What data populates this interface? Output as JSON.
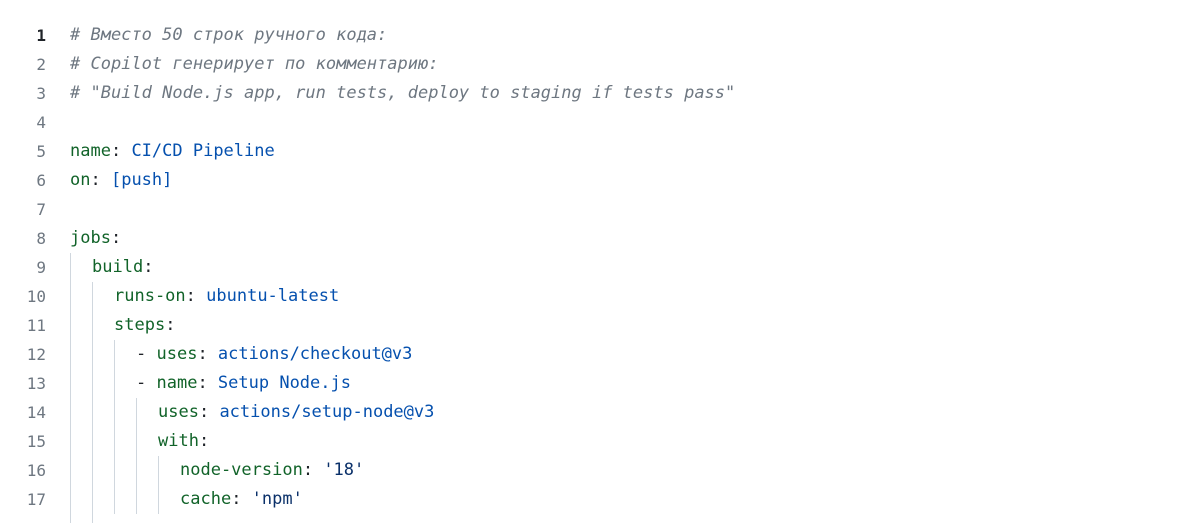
{
  "editor": {
    "active_line": 1,
    "lines": [
      {
        "num": "1",
        "indent": 0,
        "tokens": [
          {
            "t": "# Вместо 50 строк ручного кода:",
            "k": "comment"
          }
        ]
      },
      {
        "num": "2",
        "indent": 0,
        "tokens": [
          {
            "t": "# Copilot генерирует по комментарию:",
            "k": "comment"
          }
        ]
      },
      {
        "num": "3",
        "indent": 0,
        "tokens": [
          {
            "t": "# \"Build Node.js app, run tests, deploy to staging if tests pass\"",
            "k": "comment"
          }
        ]
      },
      {
        "num": "4",
        "indent": 0,
        "tokens": []
      },
      {
        "num": "5",
        "indent": 0,
        "tokens": [
          {
            "t": "name",
            "k": "key"
          },
          {
            "t": ": ",
            "k": "punct"
          },
          {
            "t": "CI/CD Pipeline",
            "k": "val"
          }
        ]
      },
      {
        "num": "6",
        "indent": 0,
        "tokens": [
          {
            "t": "on",
            "k": "key"
          },
          {
            "t": ": ",
            "k": "punct"
          },
          {
            "t": "[push]",
            "k": "val"
          }
        ]
      },
      {
        "num": "7",
        "indent": 0,
        "tokens": []
      },
      {
        "num": "8",
        "indent": 0,
        "tokens": [
          {
            "t": "jobs",
            "k": "key"
          },
          {
            "t": ":",
            "k": "punct"
          }
        ]
      },
      {
        "num": "9",
        "indent": 1,
        "tokens": [
          {
            "t": "build",
            "k": "key"
          },
          {
            "t": ":",
            "k": "punct"
          }
        ]
      },
      {
        "num": "10",
        "indent": 2,
        "tokens": [
          {
            "t": "runs-on",
            "k": "key"
          },
          {
            "t": ": ",
            "k": "punct"
          },
          {
            "t": "ubuntu-latest",
            "k": "val"
          }
        ]
      },
      {
        "num": "11",
        "indent": 2,
        "tokens": [
          {
            "t": "steps",
            "k": "key"
          },
          {
            "t": ":",
            "k": "punct"
          }
        ]
      },
      {
        "num": "12",
        "indent": 3,
        "tokens": [
          {
            "t": "- ",
            "k": "punct"
          },
          {
            "t": "uses",
            "k": "key"
          },
          {
            "t": ": ",
            "k": "punct"
          },
          {
            "t": "actions/checkout@v3",
            "k": "val"
          }
        ]
      },
      {
        "num": "13",
        "indent": 3,
        "tokens": [
          {
            "t": "- ",
            "k": "punct"
          },
          {
            "t": "name",
            "k": "key"
          },
          {
            "t": ": ",
            "k": "punct"
          },
          {
            "t": "Setup Node.js",
            "k": "val"
          }
        ]
      },
      {
        "num": "14",
        "indent": 4,
        "tokens": [
          {
            "t": "uses",
            "k": "key"
          },
          {
            "t": ": ",
            "k": "punct"
          },
          {
            "t": "actions/setup-node@v3",
            "k": "val"
          }
        ]
      },
      {
        "num": "15",
        "indent": 4,
        "tokens": [
          {
            "t": "with",
            "k": "key"
          },
          {
            "t": ":",
            "k": "punct"
          }
        ]
      },
      {
        "num": "16",
        "indent": 5,
        "tokens": [
          {
            "t": "node-version",
            "k": "key"
          },
          {
            "t": ": ",
            "k": "punct"
          },
          {
            "t": "'18'",
            "k": "str"
          }
        ]
      },
      {
        "num": "17",
        "indent": 5,
        "tokens": [
          {
            "t": "cache",
            "k": "key"
          },
          {
            "t": ": ",
            "k": "punct"
          },
          {
            "t": "'npm'",
            "k": "str"
          }
        ]
      }
    ]
  },
  "colors": {
    "comment": "#6e7781",
    "key": "#116329",
    "value": "#0550ae",
    "string": "#0a3069",
    "line_number": "#6e7781",
    "indent_guide": "#d0d7de"
  }
}
